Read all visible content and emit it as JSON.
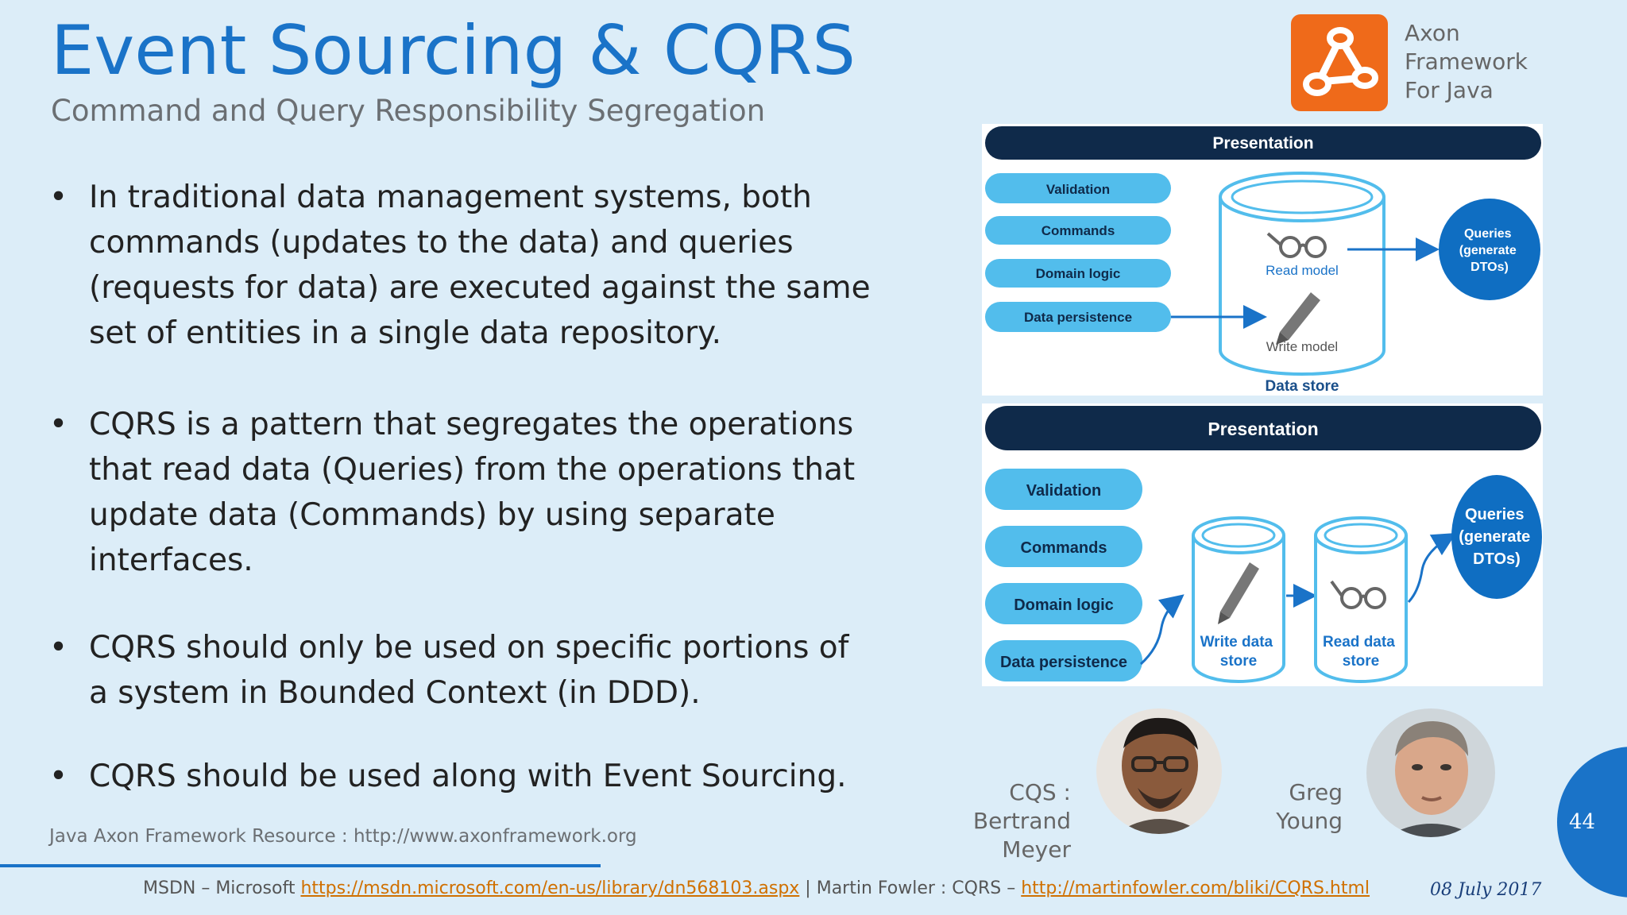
{
  "slide": {
    "title": "Event Sourcing & CQRS",
    "subtitle": "Command and Query Responsibility Segregation",
    "bullets": [
      "In traditional data management systems, both commands (updates to the data) and queries (requests for data) are executed against the same set of entities in a single data repository.",
      "CQRS is a pattern that segregates the operations that read data (Queries) from the operations that update data (Commands) by using separate interfaces.",
      "CQRS should only be used on specific portions of a system in Bounded Context (in DDD).",
      "CQRS should be used along with Event Sourcing."
    ],
    "resource": "Java Axon Framework Resource : http://www.axonframework.org",
    "date": "08 July 2017",
    "page_number": "44"
  },
  "logo": {
    "lines": [
      "Axon",
      "Framework",
      "For Java"
    ],
    "color": "#ef6a1a"
  },
  "diagram_top": {
    "header": "Presentation",
    "layers": [
      "Validation",
      "Commands",
      "Domain logic",
      "Data persistence"
    ],
    "read_model": "Read model",
    "write_model": "Write model",
    "store_label": "Data store",
    "queries": "Queries (generate DTOs)"
  },
  "diagram_bottom": {
    "header": "Presentation",
    "layers": [
      "Validation",
      "Commands",
      "Domain logic",
      "Data persistence"
    ],
    "write_store": "Write data store",
    "read_store": "Read data store",
    "queries": "Queries (generate DTOs)"
  },
  "people": [
    {
      "lines": [
        "CQS :",
        "Bertrand Meyer"
      ]
    },
    {
      "lines": [
        "Greg",
        "Young"
      ]
    }
  ],
  "references": {
    "msdn_prefix": "MSDN – Microsoft ",
    "msdn_url": "https://msdn.microsoft.com/en-us/library/dn568103.aspx",
    "separator": " | Martin Fowler : CQRS – ",
    "fowler_url": "http://martinfowler.com/bliki/CQRS.html"
  },
  "colors": {
    "accent": "#1a73c8",
    "navy": "#0f2a4a",
    "layer_blue": "#52bdec",
    "link": "#d07000"
  }
}
